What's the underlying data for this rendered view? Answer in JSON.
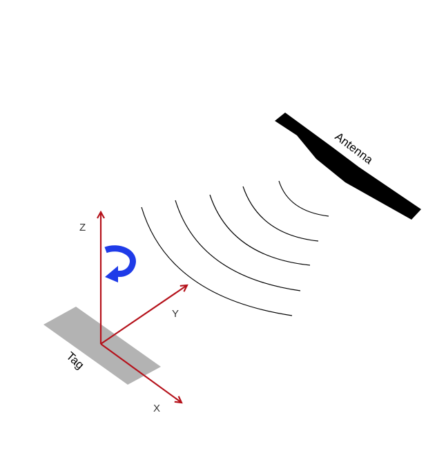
{
  "labels": {
    "antenna": "Antenna",
    "tag": "Tag",
    "axis_x": "X",
    "axis_y": "Y",
    "axis_z": "Z"
  },
  "colors": {
    "axis": "#b5121b",
    "rotation_arrow": "#1f3be8",
    "tag": "#b3b3b3",
    "antenna": "#000000",
    "waves": "#000000"
  }
}
